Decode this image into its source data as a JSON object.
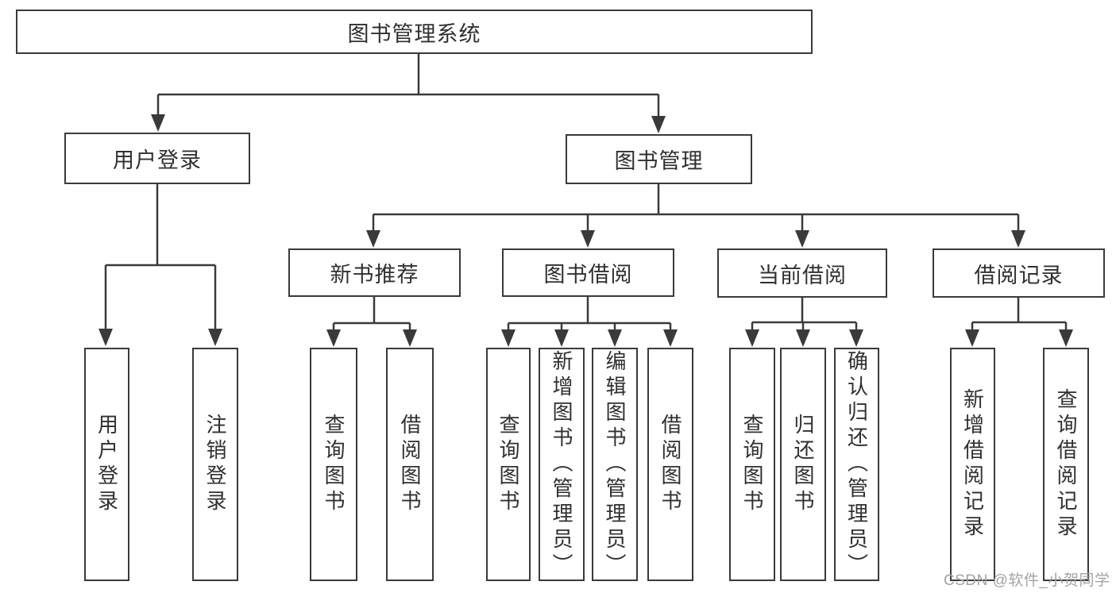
{
  "diagram_type": "hierarchy-tree",
  "nodes": {
    "root": {
      "label": "图书管理系统"
    },
    "user_login": {
      "label": "用户登录"
    },
    "book_mgmt": {
      "label": "图书管理"
    },
    "new_book_rec": {
      "label": "新书推荐"
    },
    "book_borrow": {
      "label": "图书借阅"
    },
    "current_borrow": {
      "label": "当前借阅"
    },
    "borrow_records": {
      "label": "借阅记录"
    },
    "leaf_user_login": {
      "label": "用户登录"
    },
    "leaf_logout": {
      "label": "注销登录"
    },
    "leaf_rec_query": {
      "label": "查询图书"
    },
    "leaf_rec_borrow": {
      "label": "借阅图书"
    },
    "leaf_bb_query": {
      "label": "查询图书"
    },
    "leaf_bb_add": {
      "label": "新增图书（管理员）"
    },
    "leaf_bb_edit": {
      "label": "编辑图书（管理员）"
    },
    "leaf_bb_borrow": {
      "label": "借阅图书"
    },
    "leaf_cb_query": {
      "label": "查询图书"
    },
    "leaf_cb_return": {
      "label": "归还图书"
    },
    "leaf_cb_confirm": {
      "label": "确认归还（管理员）"
    },
    "leaf_br_add": {
      "label": "新增借阅记录"
    },
    "leaf_br_query": {
      "label": "查询借阅记录"
    }
  },
  "tree": {
    "图书管理系统": {
      "用户登录": [
        "用户登录",
        "注销登录"
      ],
      "图书管理": {
        "新书推荐": [
          "查询图书",
          "借阅图书"
        ],
        "图书借阅": [
          "查询图书",
          "新增图书（管理员）",
          "编辑图书（管理员）",
          "借阅图书"
        ],
        "当前借阅": [
          "查询图书",
          "归还图书",
          "确认归还（管理员）"
        ],
        "借阅记录": [
          "新增借阅记录",
          "查询借阅记录"
        ]
      }
    }
  },
  "watermark": {
    "text": "CSDN @软件_小贺同学"
  },
  "colors": {
    "line": "#3a3a3a",
    "text": "#303030",
    "watermark": "#a3a3a3",
    "background": "#ffffff"
  }
}
